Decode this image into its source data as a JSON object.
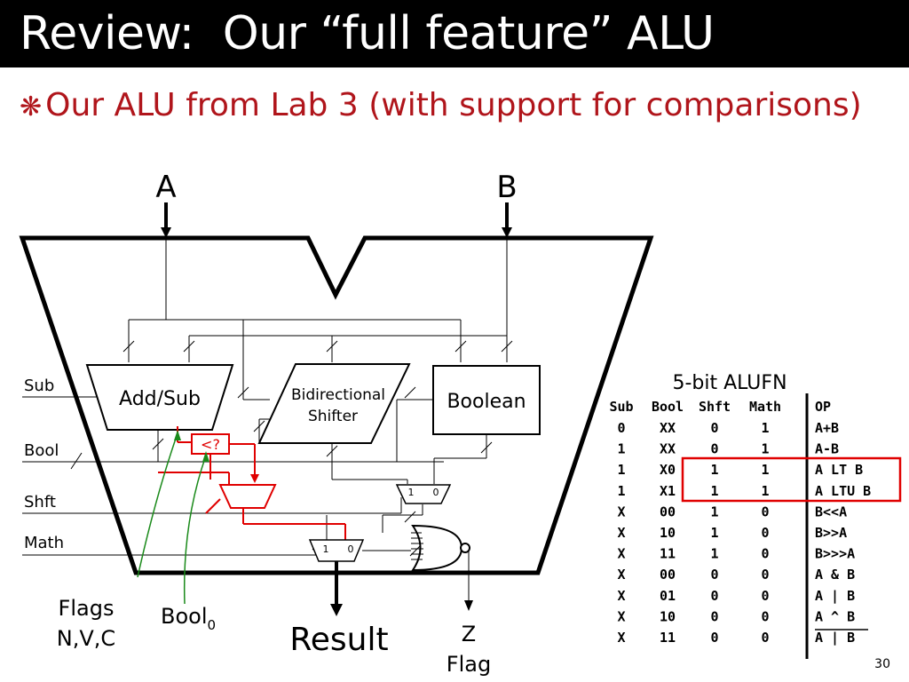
{
  "slide": {
    "title": "Review:  Our “full feature” ALU",
    "bullet_glyph": "❋",
    "bullet_text": "Our ALU from Lab 3 (with support for comparisons)",
    "page_number": "30"
  },
  "colors": {
    "title_bg": "#000000",
    "bullet": "#b0151b",
    "highlight": "#e00000",
    "annotation": "#1a8a1a"
  },
  "diagram": {
    "input_a": "A",
    "input_b": "B",
    "add_sub": "Add/Sub",
    "shifter_line1": "Bidirectional",
    "shifter_line2": "Shifter",
    "boolean": "Boolean",
    "compare": "<?",
    "signal_sub": "Sub",
    "signal_bool": "Bool",
    "signal_shft": "Shft",
    "signal_math": "Math",
    "mux_in1": "1",
    "mux_in0": "0",
    "flags_line1": "Flags",
    "flags_line2": "N,V,C",
    "bool0_main": "Bool",
    "bool0_sub": "0",
    "result": "Result",
    "zflag_line1": "Z",
    "zflag_line2": "Flag"
  },
  "alufn_table": {
    "title": "5-bit ALUFN",
    "headers": [
      "Sub",
      "Bool",
      "Shft",
      "Math",
      "OP"
    ],
    "rows": [
      [
        "0",
        "XX",
        "0",
        "1",
        "A+B"
      ],
      [
        "1",
        "XX",
        "0",
        "1",
        "A-B"
      ],
      [
        "1",
        "X0",
        "1",
        "1",
        "A LT B"
      ],
      [
        "1",
        "X1",
        "1",
        "1",
        "A LTU B"
      ],
      [
        "X",
        "00",
        "1",
        "0",
        "B<<A"
      ],
      [
        "X",
        "10",
        "1",
        "0",
        "B>>A"
      ],
      [
        "X",
        "11",
        "1",
        "0",
        "B>>>A"
      ],
      [
        "X",
        "00",
        "0",
        "0",
        "A & B"
      ],
      [
        "X",
        "01",
        "0",
        "0",
        "A | B"
      ],
      [
        "X",
        "10",
        "0",
        "0",
        "A ^ B"
      ],
      [
        "X",
        "11",
        "0",
        "0",
        "A | B"
      ]
    ]
  }
}
